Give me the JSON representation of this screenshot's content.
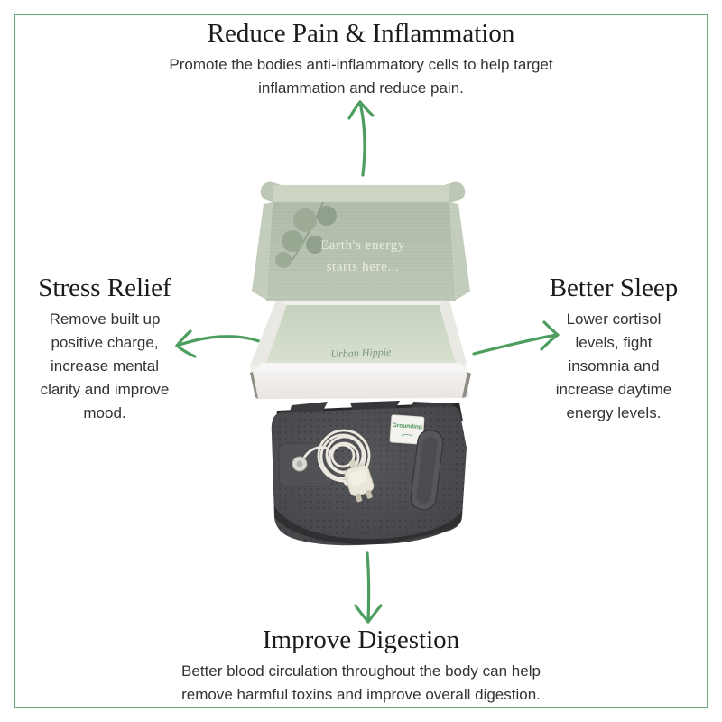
{
  "page": {
    "type": "product-benefits-infographic"
  },
  "benefits": {
    "top": {
      "title": "Reduce Pain & Inflammation",
      "description": "Promote the bodies anti-inflammatory cells to help target inflammation and reduce pain."
    },
    "left": {
      "title": "Stress Relief",
      "description": "Remove built up positive charge, increase mental clarity and improve mood."
    },
    "right": {
      "title": "Better Sleep",
      "description": "Lower cortisol levels, fight insomnia and increase daytime energy levels."
    },
    "bottom": {
      "title": "Improve Digestion",
      "description": "Better blood circulation throughout the body can help remove harmful toxins and improve overall digestion."
    }
  },
  "product": {
    "box_message_line1": "Earth's energy",
    "box_message_line2": "starts here...",
    "brand": "Urban Hippie",
    "mat_tag": "Grounding"
  },
  "colors": {
    "frame_green": "#6ca97a",
    "arrow_green": "#4d9e5e",
    "box_sage": "#b3bfae",
    "tray_sage": "#ccd7c6",
    "mat_gray": "#4a4b4d",
    "title_color": "#1b1b1b",
    "body_color": "#333333"
  }
}
